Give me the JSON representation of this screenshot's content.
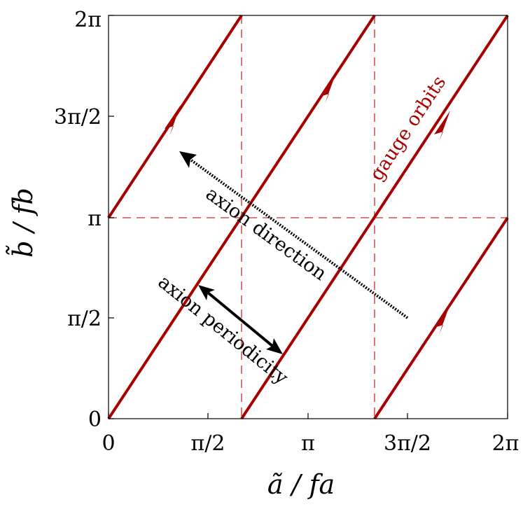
{
  "colors": {
    "orbit": "#a80000",
    "guide": "#d05050",
    "arrow": "#000000",
    "frame": "#000000"
  },
  "x_axis": {
    "label": "ã / fa",
    "ticks": [
      "0",
      "π/2",
      "π",
      "3π/2",
      "2π"
    ]
  },
  "y_axis": {
    "label": "b̃ / fb",
    "ticks": [
      "0",
      "π/2",
      "π",
      "3π/2",
      "2π"
    ]
  },
  "annotations": {
    "gauge_orbits": "gauge orbits",
    "axion_direction": "axion direction",
    "axion_periodicity": "axion periodicity"
  }
}
